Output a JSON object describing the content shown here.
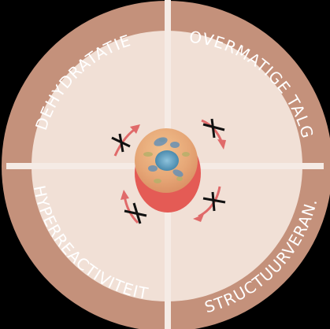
{
  "quadrants": {
    "top_left": "DEHYDRATATIE",
    "top_right": "OVERMATIGE TALG",
    "bottom_left": "HYPERREACTIVITEIT",
    "bottom_right": "STRUCTUURVERAN."
  },
  "colors": {
    "background": "#000000",
    "outer_ring": "#c4917b",
    "inner_disc": "#f1e0d6",
    "divider": "#f5ebe5",
    "arrow": "#e06a6a",
    "cross": "#111111",
    "cell_body": "#e6a777",
    "cell_lower": "#e45b55",
    "nucleus": "#4f93b6"
  }
}
